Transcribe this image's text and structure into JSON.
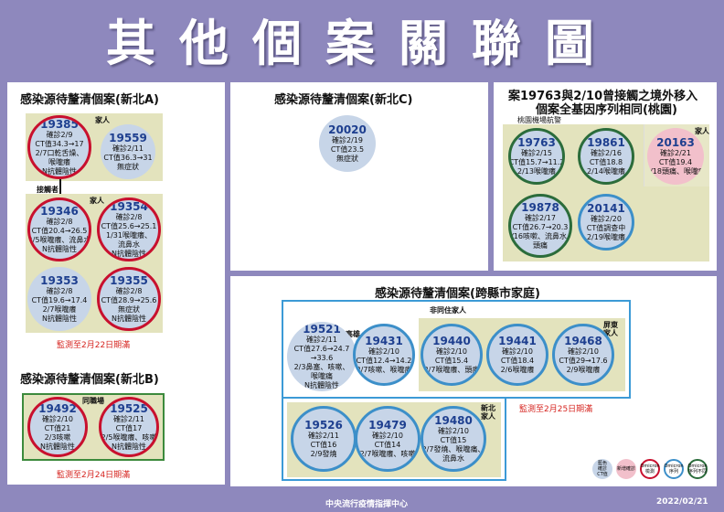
{
  "title": "其他個案關聯圖",
  "footer": {
    "center": "中央流行疫情指揮中心",
    "date": "2022/02/21"
  },
  "sections": {
    "a": {
      "title": "感染源待釐清個案(新北A)",
      "note": "監測至2月22日期滿",
      "lbl_family1": "家人",
      "lbl_contact": "接觸者",
      "lbl_family2": "家人",
      "cases": [
        {
          "id": "19385",
          "lines": [
            "確診2/9",
            "CT值34.3→17",
            "2/7口乾舌燥、",
            "喉嚨癢",
            "N抗體陰性"
          ]
        },
        {
          "id": "19559",
          "lines": [
            "確診2/11",
            "CT值36.3→31",
            "無症狀"
          ]
        },
        {
          "id": "19346",
          "lines": [
            "確診2/8",
            "CT值20.4→26.5",
            "2/5喉嚨癢、流鼻水",
            "N抗體陰性"
          ]
        },
        {
          "id": "19354",
          "lines": [
            "確診2/8",
            "CT值25.6→25.1",
            "1/31喉嚨癢、",
            "流鼻水",
            "N抗體陰性"
          ]
        },
        {
          "id": "19353",
          "lines": [
            "確診2/8",
            "CT值19.6→17.4",
            "2/7喉嚨癢",
            "N抗體陰性"
          ]
        },
        {
          "id": "19355",
          "lines": [
            "確診2/8",
            "CT值28.9→25.6",
            "無症狀",
            "N抗體陰性"
          ]
        }
      ]
    },
    "b": {
      "title": "感染源待釐清個案(新北B)",
      "note": "監測至2月24日期滿",
      "lbl": "同職場",
      "cases": [
        {
          "id": "19492",
          "lines": [
            "確診2/10",
            "CT值21",
            "2/3咳嗽",
            "N抗體陰性"
          ]
        },
        {
          "id": "19525",
          "lines": [
            "確診2/11",
            "CT值17",
            "2/5喉嚨癢、咳嗽",
            "N抗體陰性"
          ]
        }
      ]
    },
    "c": {
      "title": "感染源待釐清個案(新北C)",
      "cases": [
        {
          "id": "20020",
          "lines": [
            "確診2/19",
            "CT值23.5",
            "無症狀"
          ]
        }
      ]
    },
    "d": {
      "title1": "案19763與2/10曾接觸之境外移入",
      "title2": "個案全基因序列相同(桃園)",
      "lbl_group": "桃園機場航警",
      "lbl_family": "家人",
      "cases": [
        {
          "id": "19763",
          "lines": [
            "確診2/15",
            "CT值15.7→11.2",
            "2/13喉嚨癢"
          ]
        },
        {
          "id": "19861",
          "lines": [
            "確診2/16",
            "CT值18.8",
            "2/14喉嚨癢"
          ]
        },
        {
          "id": "20163",
          "lines": [
            "確診2/21",
            "CT值19.4",
            "2/18頭痛、喉嚨癢"
          ]
        },
        {
          "id": "19878",
          "lines": [
            "確診2/17",
            "CT值26.7→20.3",
            "2/16咳嗽、流鼻水、",
            "頭痛"
          ]
        },
        {
          "id": "20141",
          "lines": [
            "確診2/20",
            "CT值調查中",
            "2/19喉嚨癢"
          ]
        }
      ]
    },
    "e": {
      "title": "感染源待釐清個案(跨縣市家庭)",
      "sub": "非同住家人",
      "note": "監測至2月25日期滿",
      "lbl_kaohsiung": "高雄",
      "lbl_pingtung": "屏東\n家人",
      "lbl_newtaipei": "新北\n家人",
      "cases": [
        {
          "id": "19521",
          "lines": [
            "確診2/11",
            "CT值27.6→24.7",
            "→33.6",
            "2/3鼻塞、咳嗽、",
            "喉嚨痛",
            "N抗體陰性"
          ]
        },
        {
          "id": "19431",
          "lines": [
            "確診2/10",
            "CT值12.4→14.2",
            "2/7咳嗽、喉嚨痛"
          ]
        },
        {
          "id": "19440",
          "lines": [
            "確診2/10",
            "CT值15.4",
            "2/7喉嚨癢、頭痛"
          ]
        },
        {
          "id": "19441",
          "lines": [
            "確診2/10",
            "CT值18.4",
            "2/6喉嚨癢"
          ]
        },
        {
          "id": "19468",
          "lines": [
            "確診2/10",
            "CT值29→17.6",
            "2/9喉嚨癢"
          ]
        },
        {
          "id": "19526",
          "lines": [
            "確診2/11",
            "CT值16",
            "2/9發燒"
          ]
        },
        {
          "id": "19479",
          "lines": [
            "確診2/10",
            "CT值14",
            "2/7喉嚨癢、咳嗽"
          ]
        },
        {
          "id": "19480",
          "lines": [
            "確診2/10",
            "CT值15",
            "2/7發燒、喉嚨痛、",
            "流鼻水"
          ]
        }
      ]
    }
  },
  "legend": [
    {
      "label": "藍色\n確診\nCT值",
      "kind": "case"
    },
    {
      "label": "新增確診",
      "kind": "new"
    },
    {
      "label": "Omicron\n檢測",
      "kind": "omicron"
    },
    {
      "label": "Omicron\n序列",
      "kind": "omicron-seq"
    },
    {
      "label": "Omicron\n序列不同",
      "kind": "omicron-diff"
    }
  ]
}
